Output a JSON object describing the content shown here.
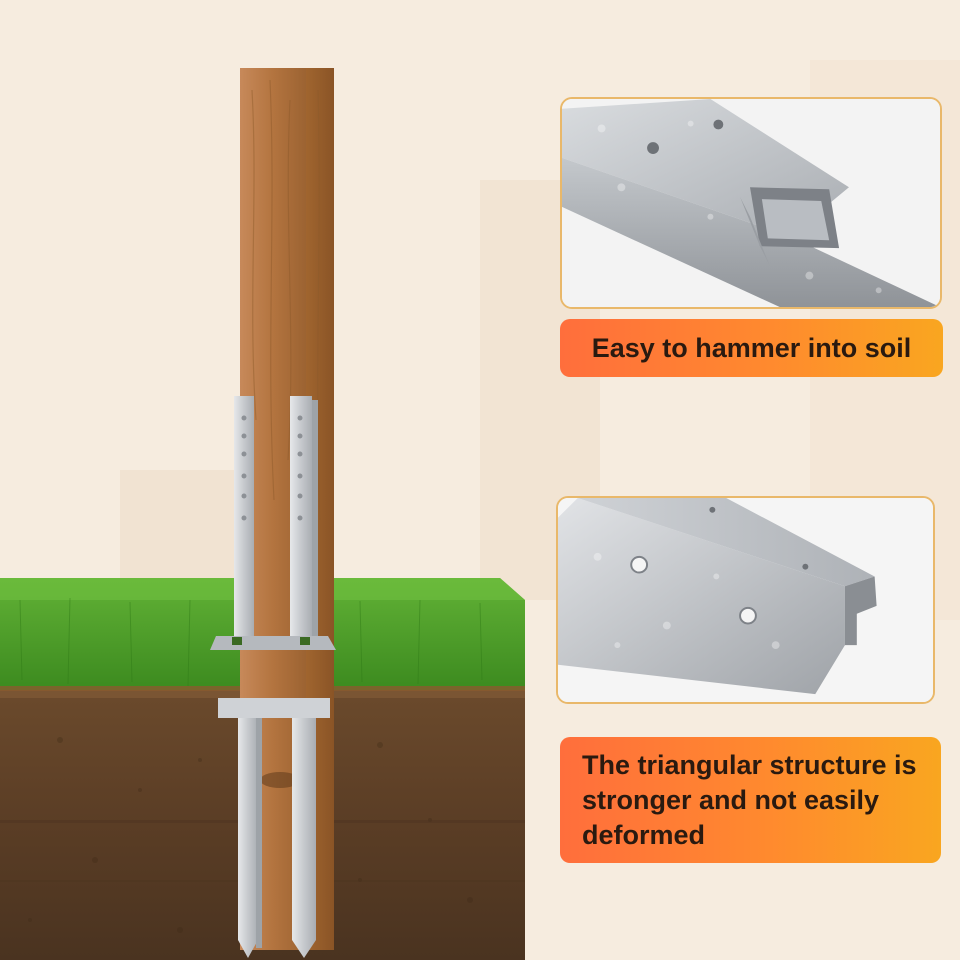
{
  "callouts": {
    "top": "Easy to hammer into soil",
    "bottom": "The triangular structure is stronger and not easily deformed"
  },
  "colors": {
    "callout_gradient_start": "#ff6e3c",
    "callout_gradient_end": "#f9a620",
    "panel_border": "#e9b86a",
    "grass": "#4fa02a",
    "soil": "#5a3d25",
    "wood": "#b97a45",
    "steel": "#c9ccd0"
  },
  "icons": {
    "post": "wooden-post-illustration",
    "anchor": "metal-spike-anchor-illustration",
    "closeup_top": "square-tube-closeup-illustration",
    "closeup_bottom": "angle-iron-closeup-illustration"
  }
}
